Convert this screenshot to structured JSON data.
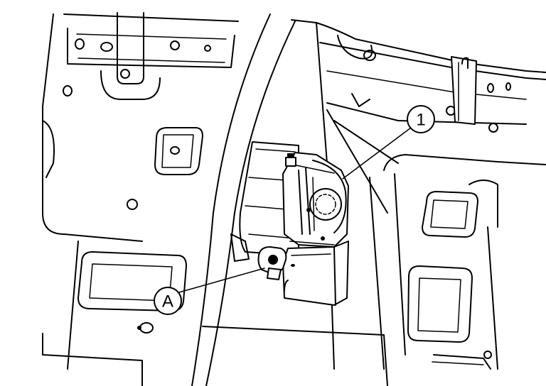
{
  "figure": {
    "callouts": [
      {
        "id": "part-1",
        "label": "1"
      },
      {
        "id": "part-a",
        "label": "A"
      }
    ]
  }
}
